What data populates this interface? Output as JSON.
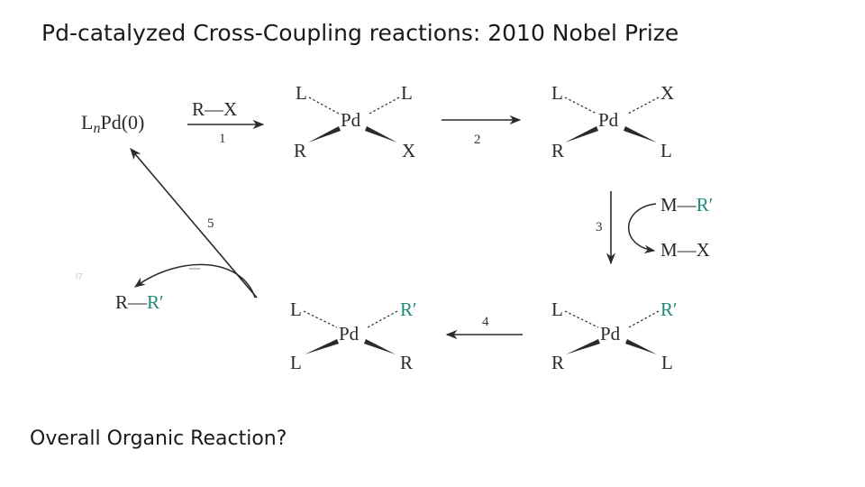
{
  "slide": {
    "title": "Pd-catalyzed Cross-Coupling reactions: 2010 Nobel Prize",
    "question": "Overall Organic Reaction?"
  },
  "scheme": {
    "catalyst_prefix": "L",
    "catalyst_sub": "n",
    "catalyst_suffix": "Pd(0)",
    "reagent_RX": "R—X",
    "step1": "1",
    "step2": "2",
    "step3": "3",
    "step4": "4",
    "step5": "5",
    "ligand_L": "L",
    "metal": "Pd",
    "group_R": "R",
    "group_X": "X",
    "group_Rprime": "R′",
    "transmetal_M": "M—",
    "transmetal_Rprime": "R′",
    "byproduct_MX": "M—X",
    "product_R": "R—",
    "product_Rprime": "R′",
    "stray_mark": "l7",
    "colors": {
      "green": "#1f8a7a",
      "ink": "#2a2a2a"
    }
  }
}
